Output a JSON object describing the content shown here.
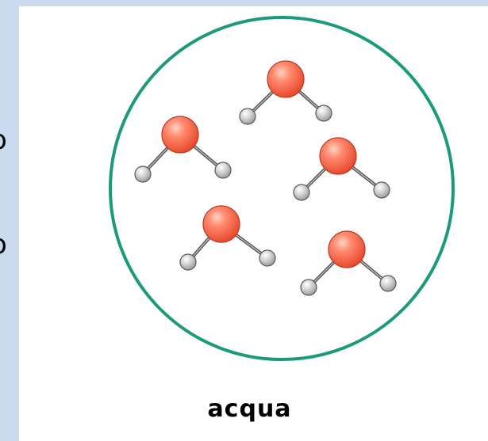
{
  "caption": "acqua",
  "left_fragments": [
    "o",
    "o"
  ],
  "colors": {
    "background": "#c9daee",
    "panel": "#ffffff",
    "container_circle": "#1c9a7b",
    "oxygen_atom": "#f0604a",
    "hydrogen_atom": "#b8b8b8",
    "bond": "#555555"
  },
  "molecules": [
    {
      "name": "water-molecule-1",
      "atoms": [
        "O",
        "H",
        "H"
      ]
    },
    {
      "name": "water-molecule-2",
      "atoms": [
        "O",
        "H",
        "H"
      ]
    },
    {
      "name": "water-molecule-3",
      "atoms": [
        "O",
        "H",
        "H"
      ]
    },
    {
      "name": "water-molecule-4",
      "atoms": [
        "O",
        "H",
        "H"
      ]
    },
    {
      "name": "water-molecule-5",
      "atoms": [
        "O",
        "H",
        "H"
      ]
    }
  ]
}
